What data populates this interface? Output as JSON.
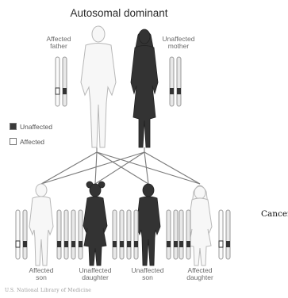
{
  "title": "Autosomal dominant",
  "parents": {
    "father": {
      "label_1": "Affected",
      "label_2": "father",
      "status": "affected"
    },
    "mother": {
      "label_1": "Unaffected",
      "label_2": "mother",
      "status": "unaffected"
    }
  },
  "legend": {
    "unaffected": {
      "label": "Unaffected",
      "color": "#3a3a3a"
    },
    "affected": {
      "label": "Affected",
      "color": "#ffffff"
    }
  },
  "children": [
    {
      "label_1": "Affected",
      "label_2": "son",
      "status": "affected",
      "sex": "male"
    },
    {
      "label_1": "Unaffected",
      "label_2": "daughter",
      "status": "unaffected",
      "sex": "female"
    },
    {
      "label_1": "Unaffected",
      "label_2": "son",
      "status": "unaffected",
      "sex": "male"
    },
    {
      "label_1": "Affected",
      "label_2": "daughter",
      "status": "affected",
      "sex": "female"
    }
  ],
  "side_text": "Cancer",
  "credit": "U.S. National Library of Medicine",
  "colors": {
    "affected_fill": "#f7f7f7",
    "affected_stroke": "#b8b8b8",
    "unaffected_fill": "#333333",
    "line": "#7a7a7a"
  }
}
